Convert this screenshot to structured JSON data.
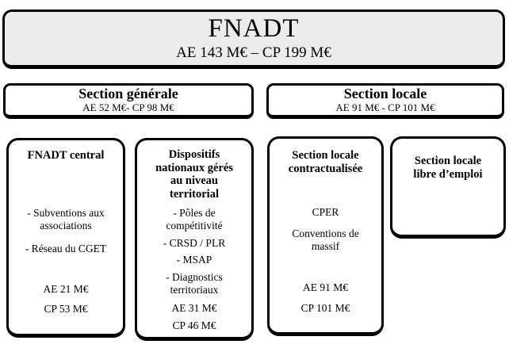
{
  "colors": {
    "border": "#000000",
    "root_fill": "#ececec",
    "box_fill": "#ffffff"
  },
  "root": {
    "title": "FNADT",
    "subtitle": "AE 143 M€ – CP 199 M€"
  },
  "sections": {
    "generale": {
      "title": "Section générale",
      "subtitle": "AE 52 M€-  CP 98 M€"
    },
    "locale": {
      "title": "Section locale",
      "subtitle": "AE 91 M€ - CP 101 M€"
    }
  },
  "boxes": {
    "fnadt_central": {
      "title": "FNADT central",
      "items": [
        "- Subventions aux associations",
        "- Réseau du CGET"
      ],
      "ae": "AE 21 M€",
      "cp": "CP 53 M€"
    },
    "dispositifs": {
      "title": "Dispositifs nationaux gérés au niveau territorial",
      "items": [
        "- Pôles de compétitivité",
        "- CRSD / PLR",
        "- MSAP",
        "- Diagnostics territoriaux"
      ],
      "ae": "AE 31 M€",
      "cp": "CP 46 M€"
    },
    "contractualisee": {
      "title": "Section locale contractualisée",
      "items": [
        "CPER",
        "Conventions de massif"
      ],
      "ae": "AE 91 M€",
      "cp": "CP 101 M€"
    },
    "libre_emploi": {
      "title": "Section locale libre d’emploi"
    }
  }
}
